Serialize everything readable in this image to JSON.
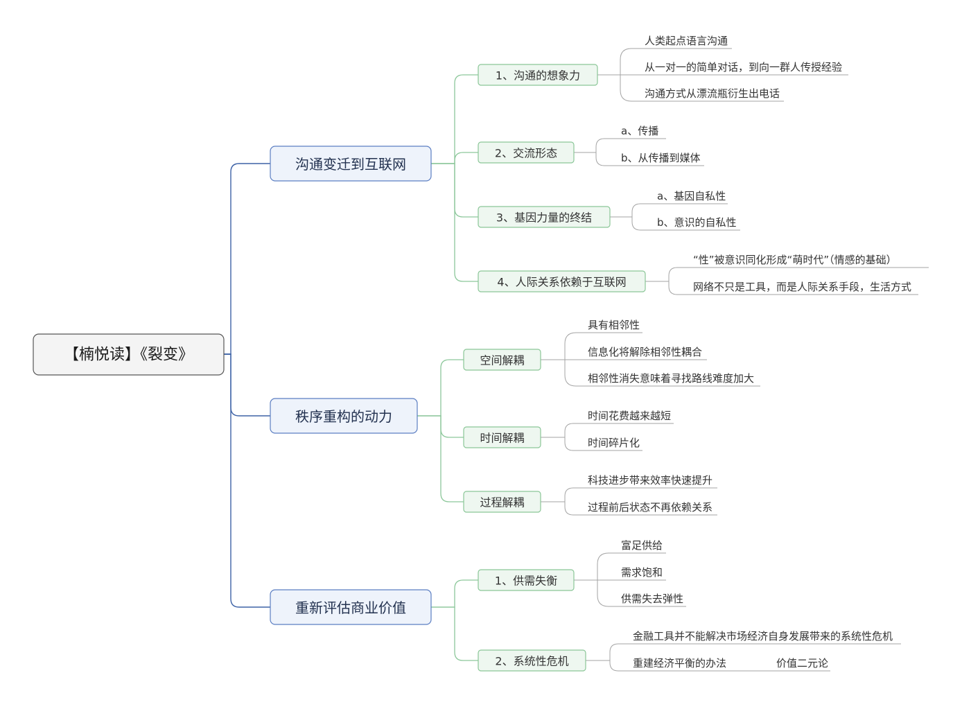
{
  "root": {
    "label": "【楠悦读】《裂变》"
  },
  "branches": [
    {
      "label": "沟通变迁到互联网",
      "children": [
        {
          "label": "1、沟通的想象力",
          "leaves": [
            {
              "label": "人类起点语言沟通"
            },
            {
              "label": "从一对一的简单对话，到向一群人传授经验"
            },
            {
              "label": "沟通方式从漂流瓶衍生出电话"
            }
          ]
        },
        {
          "label": "2、交流形态",
          "leaves": [
            {
              "label": "a、传播"
            },
            {
              "label": "b、从传播到媒体"
            }
          ]
        },
        {
          "label": "3、基因力量的终结",
          "leaves": [
            {
              "label": "a、基因自私性"
            },
            {
              "label": "b、意识的自私性"
            }
          ]
        },
        {
          "label": "4、人际关系依赖于互联网",
          "leaves": [
            {
              "label": "“性”被意识同化形成“萌时代”（情感的基础）"
            },
            {
              "label": "网络不只是工具，而是人际关系手段，生活方式"
            }
          ]
        }
      ]
    },
    {
      "label": "秩序重构的动力",
      "children": [
        {
          "label": "空间解耦",
          "leaves": [
            {
              "label": "具有相邻性"
            },
            {
              "label": "信息化将解除相邻性耦合"
            },
            {
              "label": "相邻性消失意味着寻找路线难度加大"
            }
          ]
        },
        {
          "label": "时间解耦",
          "leaves": [
            {
              "label": "时间花费越来越短"
            },
            {
              "label": "时间碎片化"
            }
          ]
        },
        {
          "label": "过程解耦",
          "leaves": [
            {
              "label": "科技进步带来效率快速提升"
            },
            {
              "label": "过程前后状态不再依赖关系"
            }
          ]
        }
      ]
    },
    {
      "label": "重新评估商业价值",
      "children": [
        {
          "label": "1、供需失衡",
          "leaves": [
            {
              "label": "富足供给"
            },
            {
              "label": "需求饱和"
            },
            {
              "label": "供需失去弹性"
            }
          ]
        },
        {
          "label": "2、系统性危机",
          "leaves": [
            {
              "label": "金融工具并不能解决市场经济自身发展带来的系统性危机"
            },
            {
              "label": "重建经济平衡的办法",
              "children": [
                {
                  "label": "价值二元论"
                }
              ]
            }
          ]
        }
      ]
    }
  ],
  "colors": {
    "root_fill": "#f4f4f4",
    "root_border": "#555555",
    "topic_fill": "#eef3fb",
    "topic_border": "#5b7ec2",
    "subtopic_fill": "#eef7f0",
    "subtopic_border": "#8ac697",
    "main_line": "#3d62a6",
    "sub_line": "#8cc79a",
    "leaf_line": "#a3a3a3",
    "text": "#333333",
    "topic_text": "#22314f"
  }
}
